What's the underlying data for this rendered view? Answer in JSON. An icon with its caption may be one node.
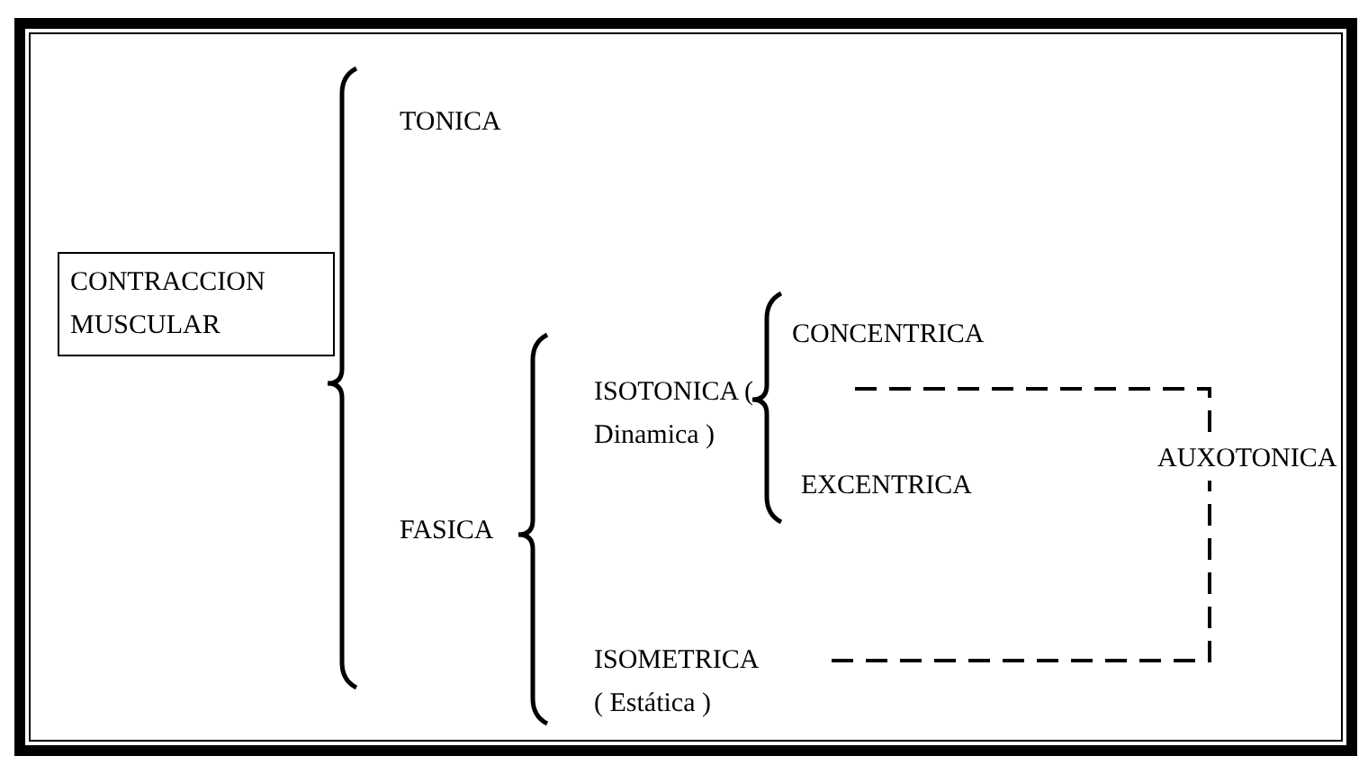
{
  "diagram": {
    "nodes": [
      {
        "text": [
          "CONTRACCION MUSCULAR"
        ]
      },
      {
        "text": [
          "AUXOTONICA"
        ]
      },
      {
        "text": [
          "ISOMETRICA ( Estática )"
        ]
      }
    ],
    "edges": [
      {
        "from": null,
        "to": 1,
        "arrow": "none",
        "style": "dashed"
      },
      {
        "from": 2,
        "to": 1,
        "arrow": "none",
        "style": "dashed"
      }
    ],
    "labels": [
      "TONICA",
      "CONCENTRICA",
      "ISOTONICA ( Dinamica )",
      "EXCENTRICA",
      "FASICA"
    ]
  }
}
